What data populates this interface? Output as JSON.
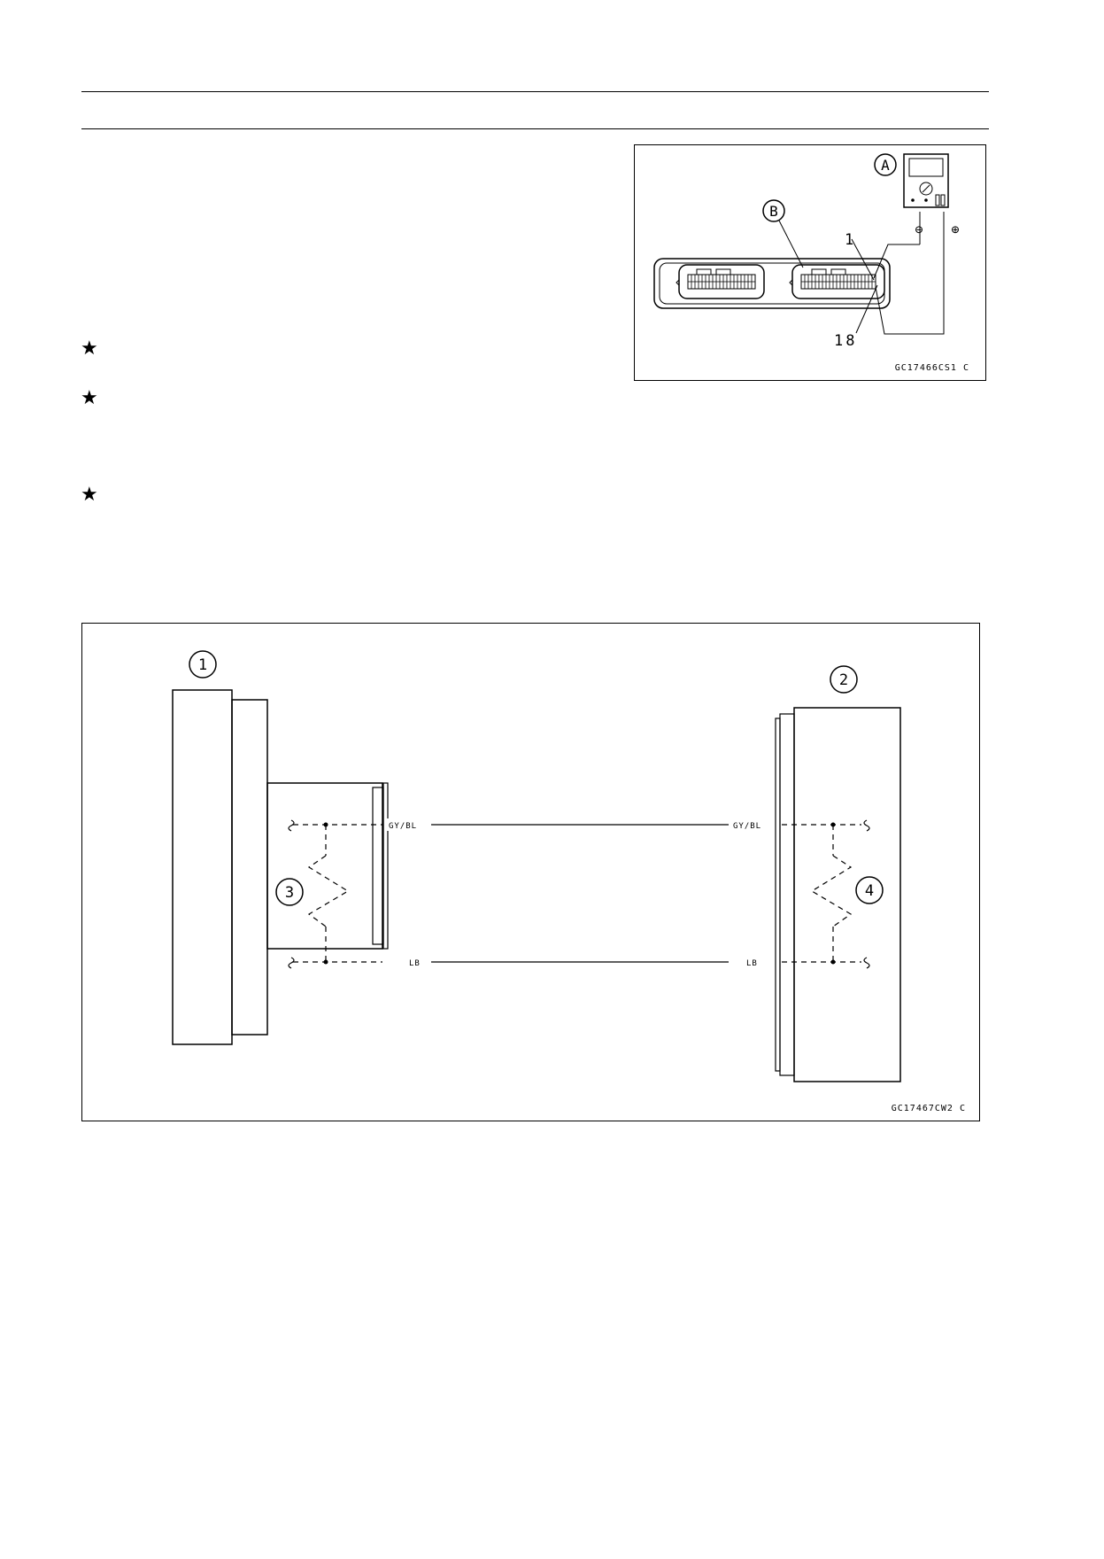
{
  "page": {
    "bullet_symbol": "★"
  },
  "figure_top": {
    "callout_a": "A",
    "callout_b": "B",
    "pin_first": "1",
    "pin_last": "18",
    "minus_symbol": "⊖",
    "plus_symbol": "⊕",
    "figure_code": "GC17466CS1 C"
  },
  "figure_bottom": {
    "callout_1": "1",
    "callout_2": "2",
    "callout_3": "3",
    "callout_4": "4",
    "wire_top_left": "GY/BL",
    "wire_top_right": "GY/BL",
    "wire_bottom_left": "LB",
    "wire_bottom_right": "LB",
    "figure_code": "GC17467CW2 C"
  }
}
